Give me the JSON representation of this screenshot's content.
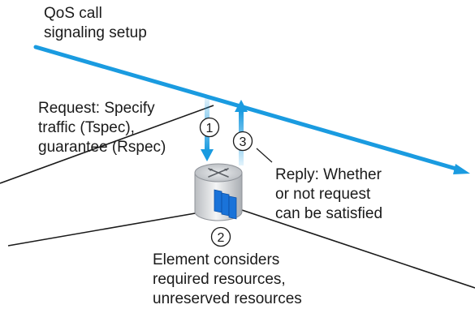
{
  "diagram": {
    "signaling_label_line1": "QoS call",
    "signaling_label_line2": "signaling setup",
    "request_line1": "Request: Specify",
    "request_line2": "traffic (Tspec),",
    "request_line3": "guarantee (Rspec)",
    "reply_line1": "Reply: Whether",
    "reply_line2": "or not request",
    "reply_line3": "can be satisfied",
    "element_line1": "Element considers",
    "element_line2": "required resources,",
    "element_line3": "unreserved resources",
    "steps": [
      "1",
      "2",
      "3"
    ]
  },
  "colors": {
    "signal_blue": "#1a9be0",
    "light_blue": "#9fd3f2",
    "router_blue": "#1a73d9",
    "text": "#1a1a1a"
  }
}
